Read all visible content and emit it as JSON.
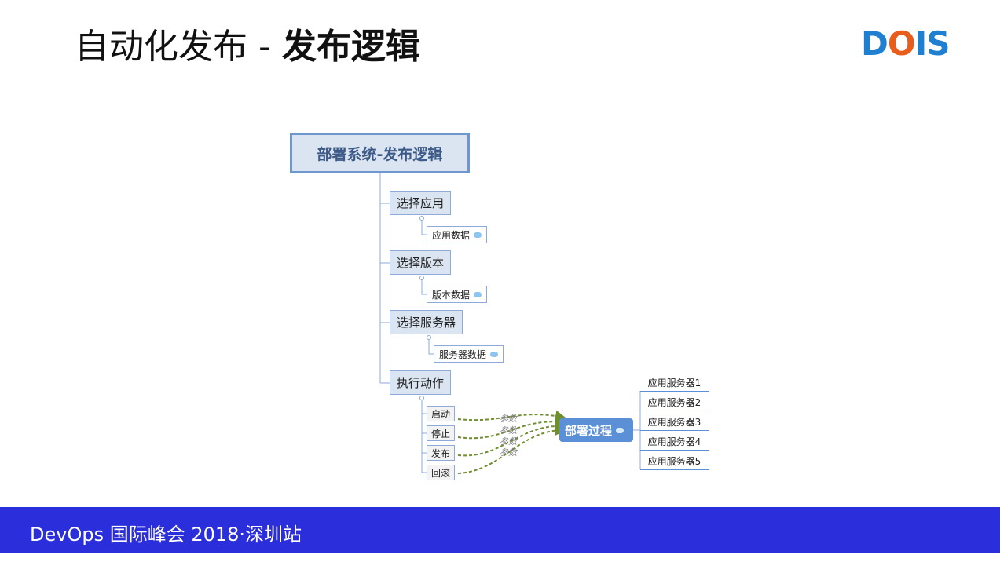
{
  "header": {
    "title_prefix": "自动化发布 - ",
    "title_bold": "发布逻辑",
    "logo": [
      "D",
      "O",
      "I",
      "S"
    ],
    "logo_colors": [
      "#1f7fd0",
      "#e85d1c",
      "#1f7fd0",
      "#1f7fd0"
    ]
  },
  "mindmap": {
    "root": "部署系统-发布逻辑",
    "steps": [
      {
        "label": "选择应用",
        "data": "应用数据"
      },
      {
        "label": "选择版本",
        "data": "版本数据"
      },
      {
        "label": "选择服务器",
        "data": "服务器数据"
      },
      {
        "label": "执行动作"
      }
    ],
    "actions": [
      "启动",
      "停止",
      "发布",
      "回滚"
    ],
    "param_label": "参数",
    "deploy": "部署过程",
    "servers": [
      "应用服务器1",
      "应用服务器2",
      "应用服务器3",
      "应用服务器4",
      "应用服务器5"
    ],
    "colors": {
      "line": "#8eaadb",
      "arrow": "#6f8f2f"
    }
  },
  "footer": {
    "text": "DevOps 国际峰会 2018·深圳站",
    "background": "#2b2edb"
  }
}
